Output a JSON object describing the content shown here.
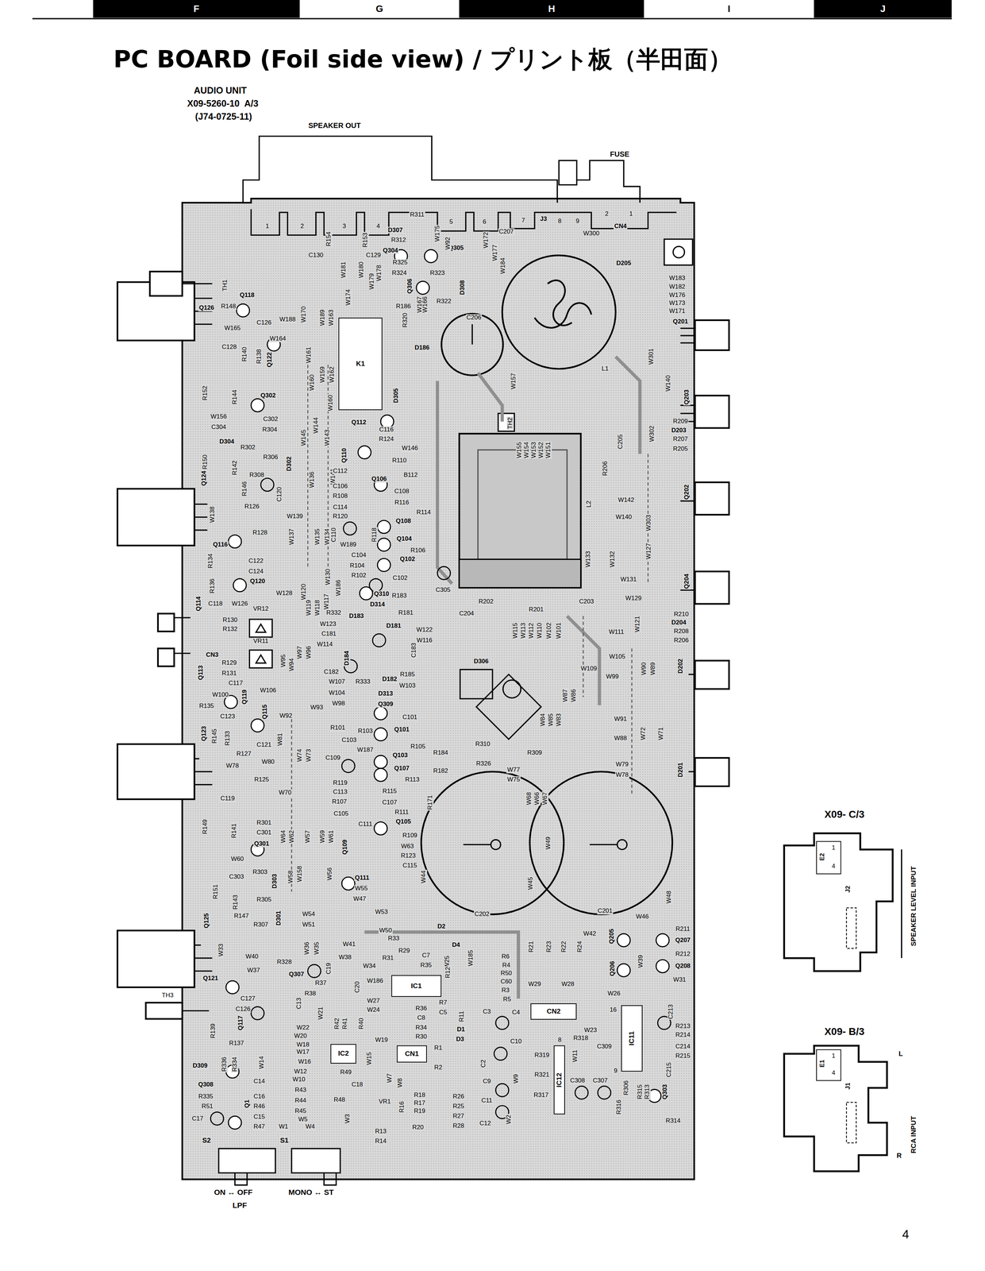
{
  "diagram": {
    "title": "PC BOARD (Foil side view) / プリント板（半田面）",
    "nodes": [
      {
        "text": [
          "F"
        ]
      },
      {
        "text": [
          "G"
        ]
      },
      {
        "text": [
          "H"
        ]
      },
      {
        "text": [
          "I"
        ]
      },
      {
        "text": [
          "J"
        ]
      },
      {
        "text": [
          "K1"
        ]
      },
      {
        "text": [
          "IC1"
        ]
      },
      {
        "text": [
          "CN1"
        ]
      },
      {
        "text": [
          "CN2"
        ]
      },
      {
        "text": [
          "IC2"
        ]
      },
      {
        "text": [
          "IC11"
        ]
      },
      {
        "text": [
          "IC12"
        ]
      },
      {
        "text": [
          "X09- C/3"
        ]
      },
      {
        "text": [
          "X09- B/3"
        ]
      }
    ],
    "labels": [
      "AUDIO UNIT",
      "X09-5260-10  A/3",
      "(J74-0725-11)",
      "SPEAKER OUT",
      "FUSE",
      "1",
      "2",
      "3",
      "4",
      "5",
      "6",
      "7",
      "J3",
      "8",
      "9",
      "2",
      "1",
      "CN4",
      "D307",
      "R311",
      "R312",
      "Q304",
      "R325",
      "R324",
      "Q305",
      "W175",
      "W92",
      "W172",
      "W177",
      "W184",
      "C207",
      "W300",
      "D205",
      "R154",
      "R153",
      "C130",
      "C129",
      "W181",
      "W180",
      "Q306",
      "R323",
      "R322",
      "D308",
      "R186",
      "W167",
      "W166",
      "R320",
      "D186",
      "C206",
      "TH1",
      "W183",
      "W182",
      "W176",
      "W173",
      "W171",
      "Q201",
      "W301",
      "W140",
      "L1",
      "Q203",
      "W157",
      "TH2",
      "W155",
      "W154",
      "W153",
      "W152",
      "W151",
      "C205",
      "R209",
      "D203",
      "R207",
      "R205",
      "W302",
      "Q202",
      "R206",
      "W142",
      "W140",
      "L2",
      "W303",
      "W133",
      "W132",
      "W127",
      "Q204",
      "W131",
      "W129",
      "R210",
      "D204",
      "R208",
      "R206",
      "W121",
      "R202",
      "R201",
      "C203",
      "C204",
      "C305",
      "W115",
      "W113",
      "W112",
      "W110",
      "W102",
      "W101",
      "W111",
      "W109",
      "W105",
      "W99",
      "W90",
      "W89",
      "D202",
      "W91",
      "W88",
      "W72",
      "W71",
      "W79",
      "W78",
      "D201",
      "D306",
      "W86",
      "W87",
      "W83",
      "W85",
      "W84",
      "R310",
      "R309",
      "R326",
      "W77",
      "W75",
      "W68",
      "W66",
      "W67",
      "Q118",
      "R148",
      "Q126",
      "W165",
      "C126",
      "W188",
      "C128",
      "W164",
      "Q122",
      "R140",
      "R138",
      "R152",
      "R144",
      "Q302",
      "C302",
      "R304",
      "W156",
      "C304",
      "D304",
      "R302",
      "R306",
      "R308",
      "D302",
      "R150",
      "R142",
      "Q124",
      "R146",
      "C120",
      "R126",
      "W138",
      "W139",
      "R128",
      "Q116",
      "R134",
      "C122",
      "C124",
      "Q120",
      "W128",
      "R136",
      "Q114",
      "C118",
      "W126",
      "R130",
      "VR12",
      "R132",
      "CN3",
      "VR11",
      "R129",
      "R131",
      "Q113",
      "C117",
      "W106",
      "W100",
      "Q119",
      "R135",
      "C123",
      "Q115",
      "R145",
      "R133",
      "C121",
      "Q123",
      "R127",
      "W78",
      "W80",
      "R125",
      "W70",
      "C119",
      "R149",
      "R141",
      "R301",
      "C301",
      "Q301",
      "W60",
      "R303",
      "C303",
      "D303",
      "R305",
      "R151",
      "R143",
      "R147",
      "R307",
      "D301",
      "Q125",
      "W33",
      "W40",
      "R328",
      "W37",
      "Q307",
      "Q121",
      "TH3",
      "C127",
      "C126",
      "Q117",
      "R139",
      "R137",
      "D309",
      "R336",
      "R334",
      "Q308",
      "C14",
      "R335",
      "C16",
      "R51",
      "R46",
      "Q1",
      "C15",
      "C17",
      "R47",
      "W1",
      "W4",
      "W170",
      "W161",
      "W189",
      "W163",
      "W174",
      "W179",
      "W178",
      "W160",
      "W159",
      "W162",
      "W160",
      "D305",
      "W145",
      "W144",
      "W143",
      "W141",
      "W136",
      "W137",
      "W135",
      "W134",
      "Q112",
      "C116",
      "R124",
      "Q110",
      "W146",
      "R110",
      "C112",
      "B112",
      "Q106",
      "C106",
      "R108",
      "C108",
      "R116",
      "R114",
      "C114",
      "R120",
      "Q108",
      "C110",
      "R118",
      "W189",
      "Q104",
      "R106",
      "C104",
      "Q102",
      "R104",
      "R102",
      "C102",
      "W130",
      "W186",
      "W120",
      "W119",
      "W118",
      "W117",
      "Q310",
      "D314",
      "R183",
      "R181",
      "R332",
      "D183",
      "D181",
      "W123",
      "C181",
      "W114",
      "W122",
      "W116",
      "C183",
      "D184",
      "W97",
      "W96",
      "W95",
      "W94",
      "C182",
      "R333",
      "D182",
      "R185",
      "W103",
      "W107",
      "W104",
      "D313",
      "W98",
      "Q309",
      "W93",
      "W92",
      "C101",
      "R101",
      "R103",
      "Q101",
      "C103",
      "R105",
      "C109",
      "W187",
      "Q103",
      "R184",
      "W74",
      "W73",
      "W81",
      "Q107",
      "R182",
      "R113",
      "R119",
      "R115",
      "W64",
      "W62",
      "W57",
      "C113",
      "R107",
      "C107",
      "R171",
      "C105",
      "R111",
      "C111",
      "Q105",
      "R109",
      "W63",
      "W61",
      "W59",
      "Q109",
      "R123",
      "C115",
      "W158",
      "W58",
      "W56",
      "Q111",
      "W55",
      "W47",
      "W54",
      "W51",
      "W53",
      "W44",
      "W45",
      "W49",
      "W48",
      "C201",
      "C202",
      "W46",
      "R211",
      "Q207",
      "R212",
      "Q208",
      "W31",
      "W39",
      "Q205",
      "Q206",
      "W42",
      "R21",
      "R23",
      "R22",
      "R24",
      "W29",
      "W28",
      "W26",
      "C213",
      "R213",
      "R214",
      "C214",
      "R215",
      "C215",
      "W23",
      "R318",
      "C309",
      "W11",
      "R319",
      "R321",
      "R317",
      "C308",
      "C307",
      "R306",
      "R315",
      "R313",
      "Q303",
      "R316",
      "R314",
      "16",
      "9",
      "8",
      "D2",
      "D4",
      "W25",
      "W185",
      "R6",
      "R4",
      "R50",
      "C60",
      "R3",
      "R5",
      "R12",
      "R7",
      "C5",
      "R11",
      "D1",
      "D3",
      "C3",
      "C4",
      "C10",
      "C2",
      "C9",
      "W9",
      "C11",
      "C12",
      "W2",
      "R36",
      "C8",
      "R34",
      "R30",
      "R1",
      "R2",
      "W7",
      "W8",
      "R16",
      "VR1",
      "R18",
      "R17",
      "R19",
      "R20",
      "R26",
      "R25",
      "R27",
      "R28",
      "R13",
      "R14",
      "W3",
      "R48",
      "R43",
      "R44",
      "R45",
      "W5",
      "C18",
      "R49",
      "W15",
      "W19",
      "W16",
      "W12",
      "W10",
      "W14",
      "W17",
      "W18",
      "W20",
      "W22",
      "W21",
      "R42",
      "R41",
      "R40",
      "W24",
      "W27",
      "W186",
      "R35",
      "C7",
      "R29",
      "R31",
      "R33",
      "W50",
      "W41",
      "W38",
      "W34",
      "W36",
      "W35",
      "C19",
      "R38",
      "R37",
      "C13",
      "C20",
      "E2",
      "1",
      "4",
      "J2",
      "SPEAKER LEVEL INPUT",
      "E1",
      "1",
      "4",
      "J1",
      "L",
      "R",
      "RCA INPUT",
      "4",
      "S2",
      "S1",
      "ON ↔ OFF",
      "LPF",
      "MONO ↔ ST"
    ]
  }
}
